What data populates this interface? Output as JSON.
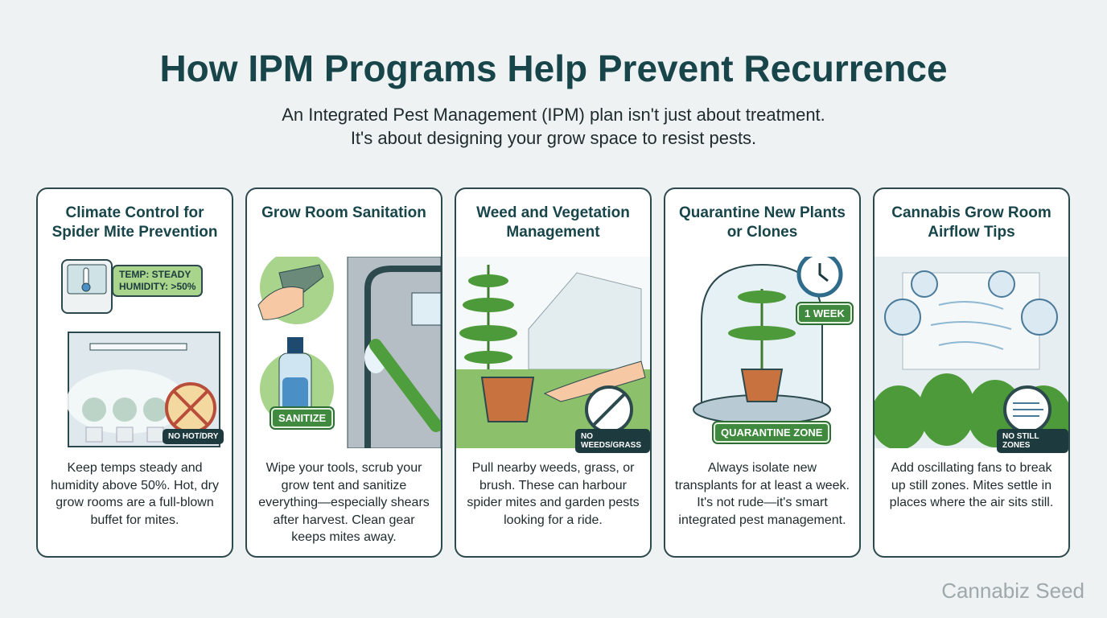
{
  "header": {
    "title": "How IPM Programs Help Prevent Recurrence",
    "subtitle_line1": "An Integrated Pest Management (IPM) plan isn't just about treatment.",
    "subtitle_line2": "It's about designing your grow space to resist pests."
  },
  "cards": [
    {
      "title": "Climate Control for Spider Mite Prevention",
      "labels": [
        "TEMP: STEADY",
        "HUMIDITY: >50%",
        "NO HOT/DRY"
      ],
      "icons": [
        "thermometer-icon",
        "no-hot-dry-icon"
      ],
      "text": "Keep temps steady and humidity above 50%. Hot, dry grow rooms are a full-blown buffet for mites."
    },
    {
      "title": "Grow Room Sanitation",
      "labels": [
        "SANITIZE"
      ],
      "icons": [
        "shears-icon",
        "spray-bottle-icon",
        "scrub-brush-icon"
      ],
      "text": "Wipe your tools, scrub your grow tent and sanitize everything—especially shears after harvest. Clean gear keeps mites away."
    },
    {
      "title": "Weed and Vegetation Management",
      "labels": [
        "NO WEEDS/GRASS"
      ],
      "icons": [
        "plant-pot-icon",
        "greenhouse-icon",
        "no-weeds-icon"
      ],
      "text": "Pull nearby weeds, grass, or brush. These can harbour spider mites and garden pests looking for a ride."
    },
    {
      "title": "Quarantine New Plants or Clones",
      "labels": [
        "1 WEEK",
        "QUARANTINE ZONE"
      ],
      "icons": [
        "clock-icon",
        "glass-dome-icon"
      ],
      "text": "Always isolate new transplants for at least a week. It's not rude—it's smart integrated pest management."
    },
    {
      "title": "Cannabis Grow Room Airflow Tips",
      "labels": [
        "NO STILL ZONES"
      ],
      "icons": [
        "fan-icon",
        "wind-icon"
      ],
      "text": "Add oscillating fans to break up still zones. Mites settle in places where the air sits still."
    }
  ],
  "watermark": "Cannabiz Seed",
  "colors": {
    "title": "#17454a",
    "green": "#3f8a3f",
    "border": "#2c4a4e"
  }
}
